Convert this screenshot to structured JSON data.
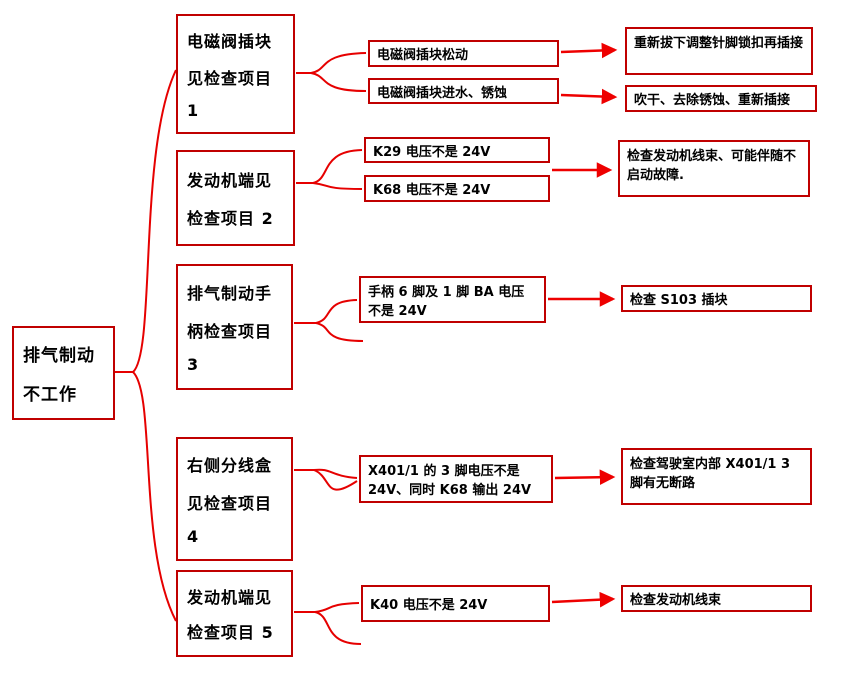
{
  "colors": {
    "box_border": "#c00000",
    "connector": "#e60000",
    "arrow": "#ee0000",
    "text": "#000000",
    "background": "#ffffff"
  },
  "diagram": {
    "root": {
      "lines": [
        "排气制动",
        "不工作"
      ]
    },
    "branches": [
      {
        "lines": [
          "电磁阀插块",
          "见检查项目",
          "1"
        ]
      },
      {
        "lines": [
          "发动机端见",
          "检查项目 2"
        ]
      },
      {
        "lines": [
          "排气制动手",
          "柄检查项目",
          "3"
        ]
      },
      {
        "lines": [
          "右侧分线盒",
          "见检查项目",
          "4"
        ]
      },
      {
        "lines": [
          "发动机端见",
          "检查项目 5"
        ]
      }
    ],
    "symptoms": {
      "s1a": "电磁阀插块松动",
      "s1b": "电磁阀插块进水、锈蚀",
      "s2a": "K29 电压不是 24V",
      "s2b": "K68 电压不是 24V",
      "s3": "手柄 6 脚及 1 脚 BA 电压不是 24V",
      "s4": "X401/1 的 3 脚电压不是 24V、同时 K68 输出 24V",
      "s5": "K40 电压不是 24V"
    },
    "actions": {
      "a1a": "重新拔下调整针脚锁扣再插接",
      "a1b": "吹干、去除锈蚀、重新插接",
      "a2": "检查发动机线束、可能伴随不启动故障.",
      "a3": "检查 S103 插块",
      "a4": "检查驾驶室内部 X401/1 3 脚有无断路",
      "a5": "检查发动机线束"
    }
  }
}
